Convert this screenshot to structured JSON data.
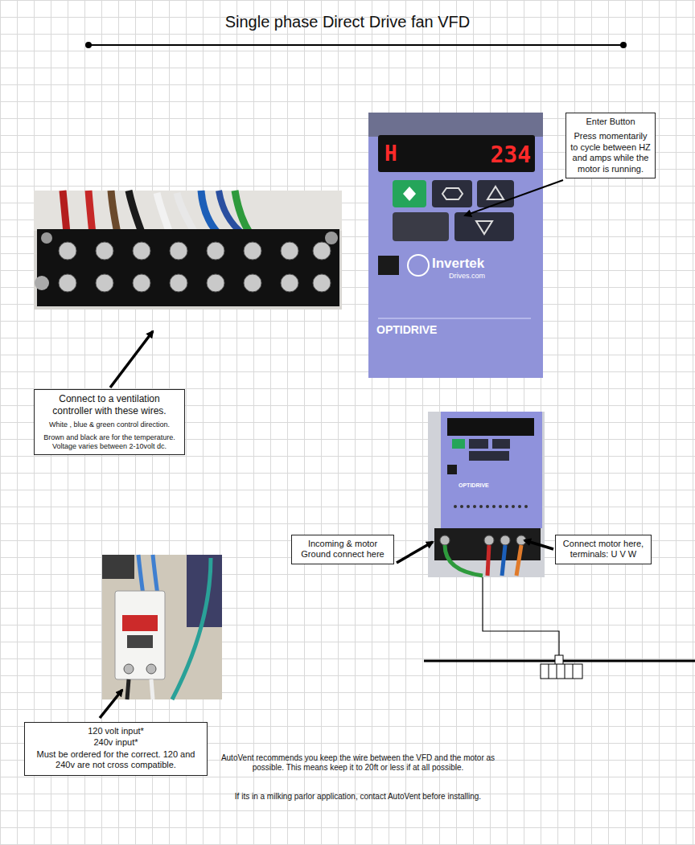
{
  "diagram": {
    "title": "Single phase Direct Drive fan VFD",
    "nodes": [
      {
        "text": [
          "Enter Button",
          "Press momentarily to cycle between HZ and amps while the motor is running."
        ]
      },
      {
        "text": [
          "Connect to a ventilation controller with these wires.",
          "White , blue & green control direction.",
          "Brown and black are for the temperature. Voltage varies between 2-10volt dc."
        ]
      },
      {
        "text": [
          "Incoming & motor Ground connect here"
        ]
      },
      {
        "text": [
          "Connect motor here, terminals: U V W"
        ]
      },
      {
        "text": [
          "120 volt input*",
          "240v input*",
          "Must be ordered for the correct. 120 and 240v are not cross compatible."
        ]
      }
    ],
    "edges": [],
    "labels": [
      "H",
      "234",
      "Invertek",
      "Drives.com",
      "OPTIDRIVE",
      "OPTIDRIVE",
      "AutoVent recommends you keep the wire between the VFD and the motor as possible. This means keep it to 20ft or less if at all possible.",
      "If its in a milking parlor application, contact AutoVent before installing."
    ]
  }
}
